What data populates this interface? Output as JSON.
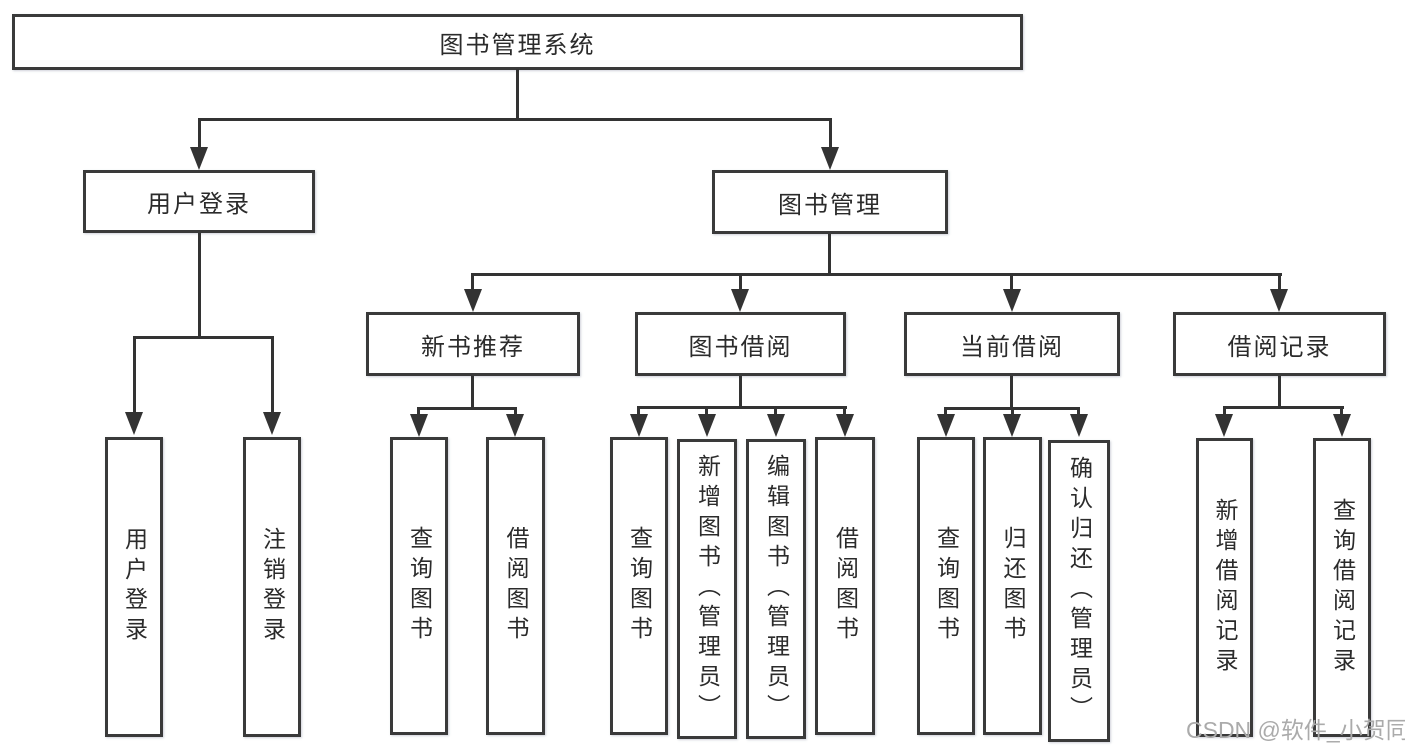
{
  "diagram": {
    "title": "图书管理系统",
    "level2": {
      "user_login": "用户登录",
      "book_management": "图书管理"
    },
    "user_login_children": [
      "用户登录",
      "注销登录"
    ],
    "book_management_sections": [
      {
        "label": "新书推荐",
        "children": [
          "查询图书",
          "借阅图书"
        ]
      },
      {
        "label": "图书借阅",
        "children": [
          "查询图书",
          "新增图书（管理员）",
          "编辑图书（管理员）",
          "借阅图书"
        ]
      },
      {
        "label": "当前借阅",
        "children": [
          "查询图书",
          "归还图书",
          "确认归还（管理员）"
        ]
      },
      {
        "label": "借阅记录",
        "children": [
          "新增借阅记录",
          "查询借阅记录"
        ]
      }
    ],
    "watermark": "CSDN @软件_小贺同学"
  },
  "colors": {
    "line": "#333333",
    "border": "#3a3a3a",
    "text": "#2b2b2b",
    "watermark": "#ababab",
    "background": "#ffffff"
  }
}
